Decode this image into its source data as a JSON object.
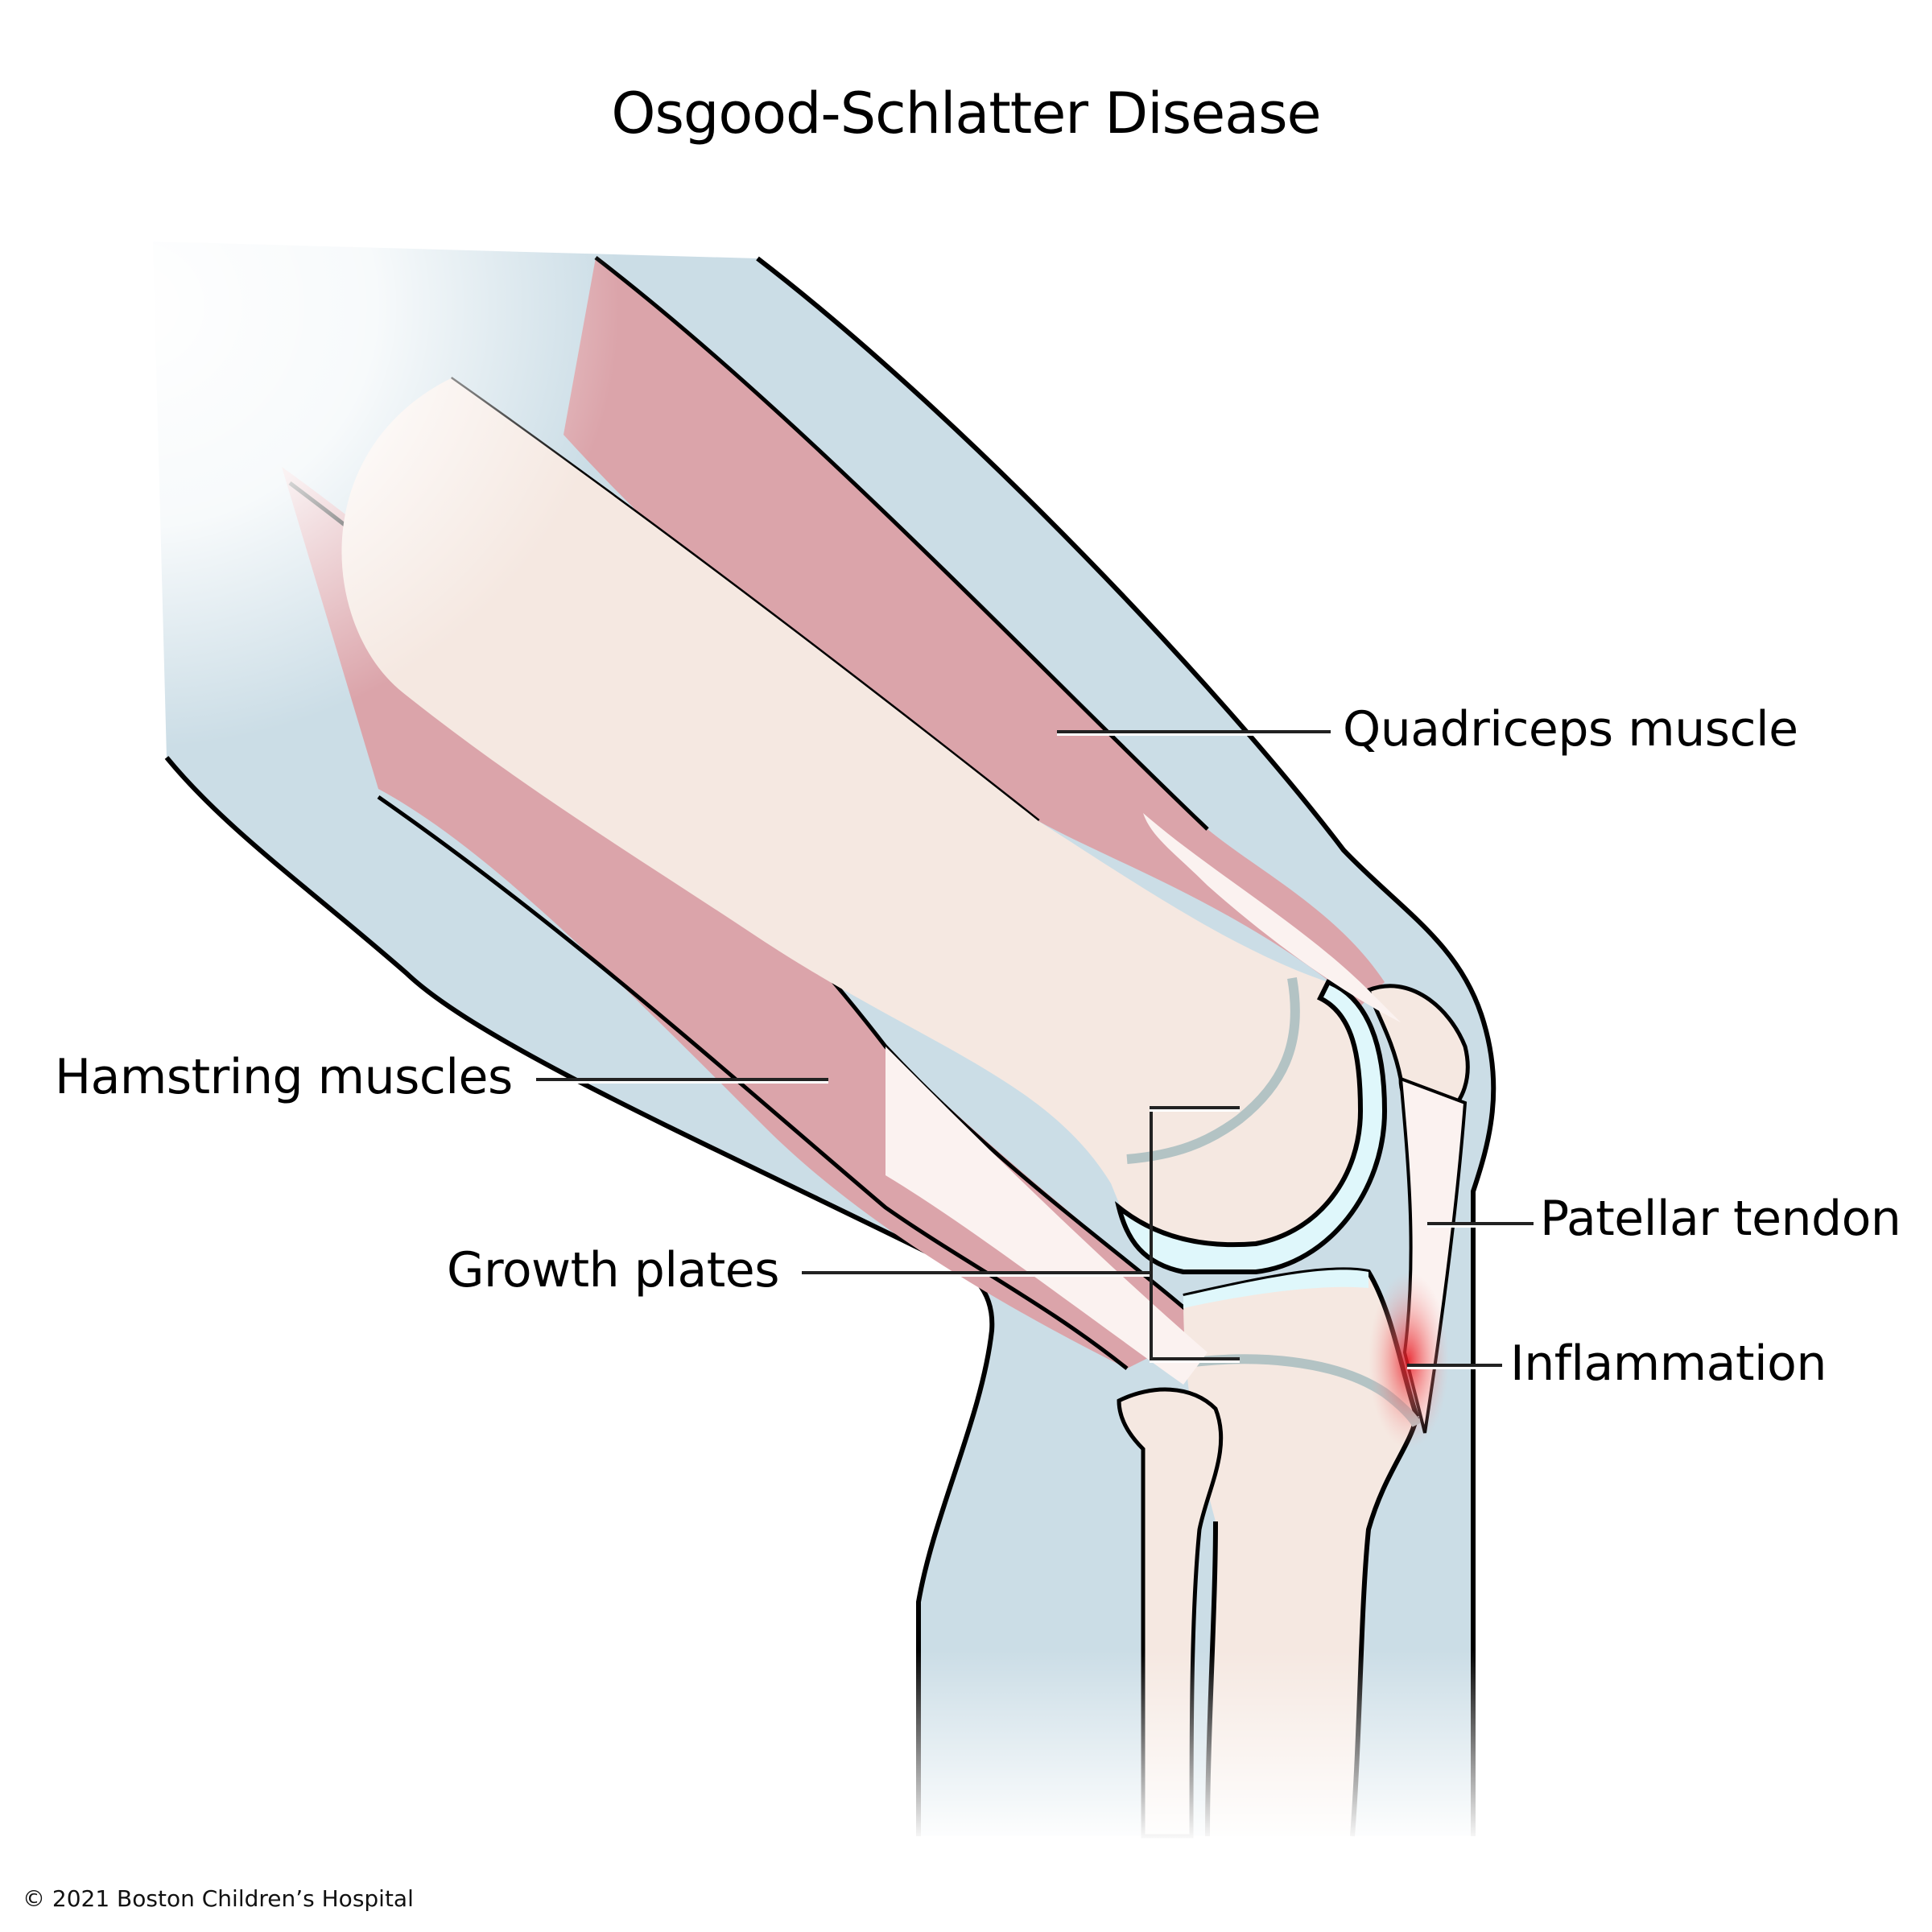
{
  "title": "Osgood-Schlatter Disease",
  "labels": {
    "quadriceps": "Quadriceps muscle",
    "hamstring": "Hamstring muscles",
    "growth_plates": "Growth plates",
    "patellar_tendon": "Patellar tendon",
    "inflammation": "Inflammation"
  },
  "copyright": "© 2021 Boston Children’s Hospital",
  "colors": {
    "soft_tissue": "#cbdde6",
    "bone": "#f5e8e1",
    "muscle": "#dba4aa",
    "muscle_dark": "#c8888f",
    "tendon": "#fbf2f0",
    "cartilage": "#dff7fb",
    "growth_plate": "#b3c3c4",
    "inflammation": "#e8141e",
    "outline": "#000000"
  }
}
